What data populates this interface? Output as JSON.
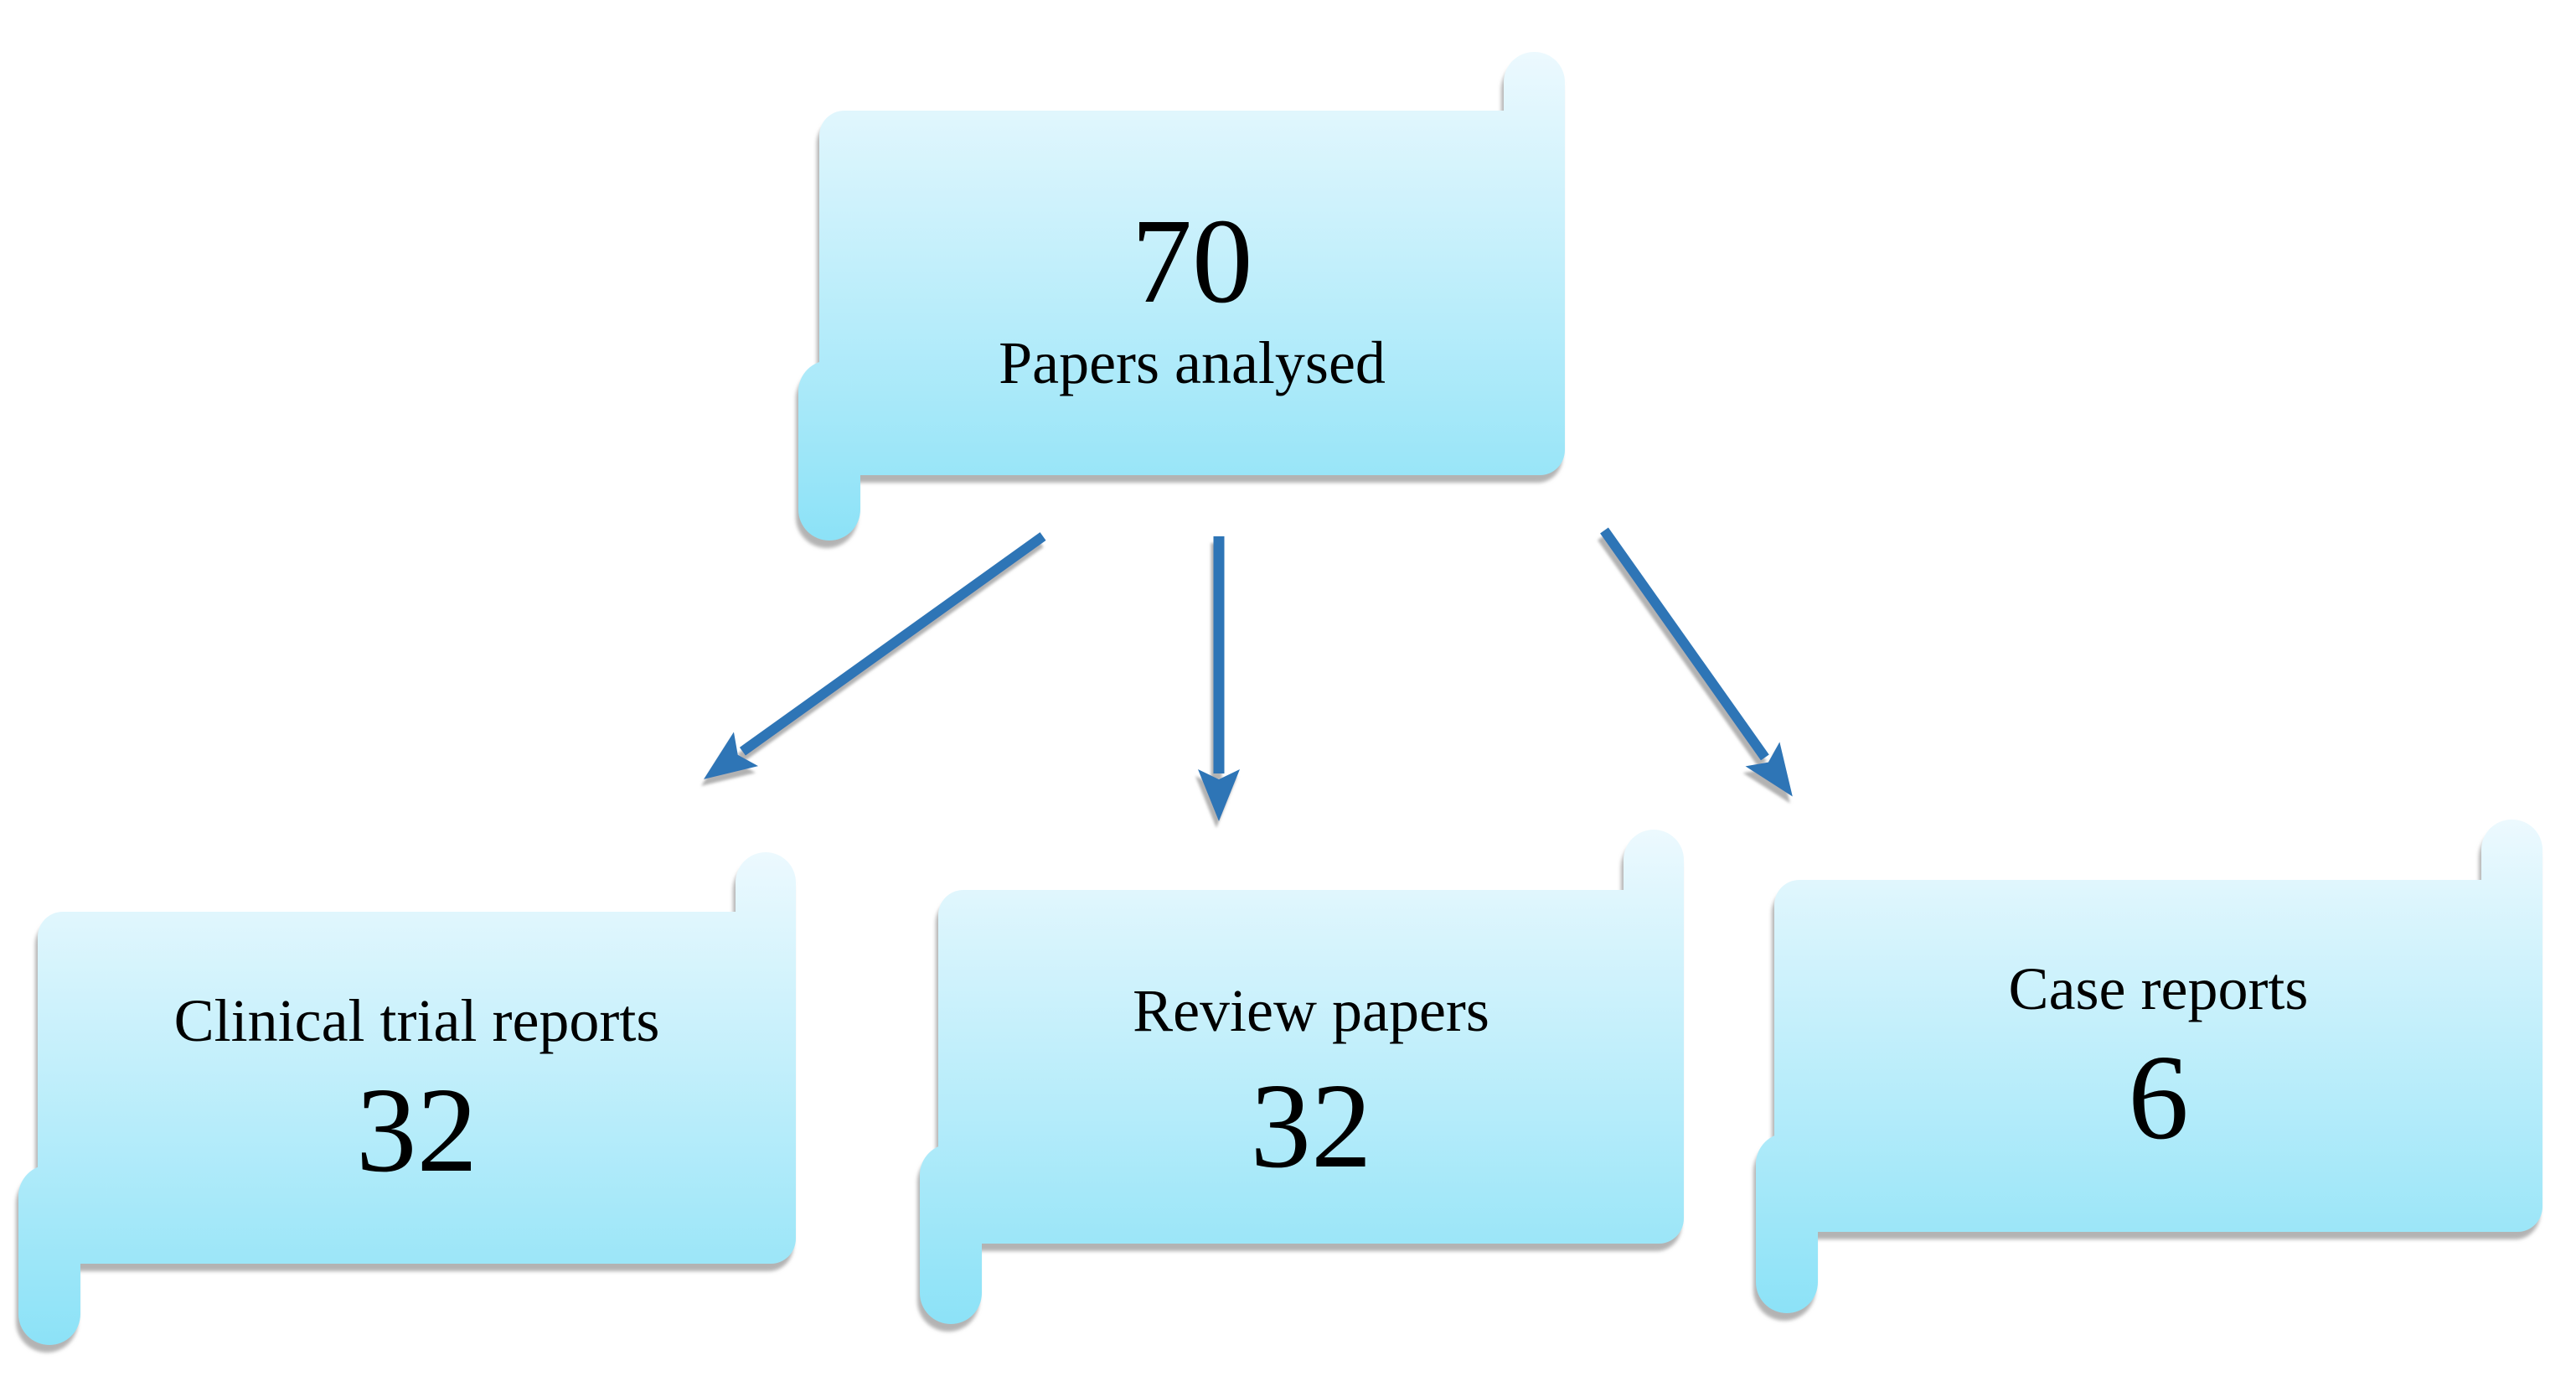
{
  "diagram": {
    "type": "flowchart",
    "root": {
      "value": "70",
      "label": "Papers analysed"
    },
    "branches": [
      {
        "label": "Clinical trial reports",
        "value": "32"
      },
      {
        "label": "Review papers",
        "value": "32"
      },
      {
        "label": "Case reports",
        "value": "6"
      }
    ],
    "colors": {
      "box_gradient_top": "#ecf9fe",
      "box_gradient_bottom": "#8ce2f7",
      "arrow": "#2e75b6",
      "shadow": "#a6a6a6",
      "text": "#000000",
      "background": "#ffffff"
    }
  }
}
